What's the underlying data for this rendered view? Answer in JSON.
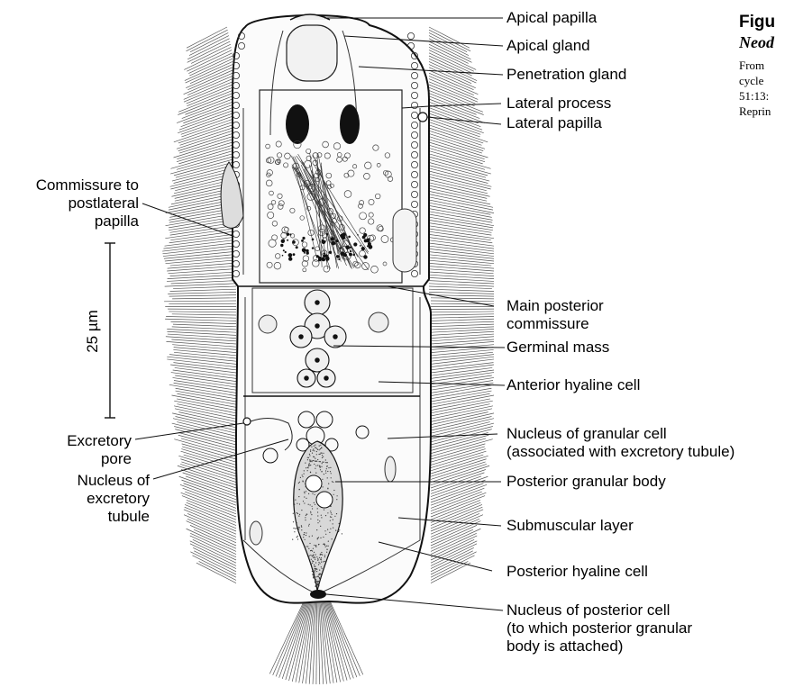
{
  "figure": {
    "title": "Figu",
    "subtitle": "Neod",
    "credit_lines": [
      "From",
      "cycle",
      "51:13:",
      "Reprin"
    ]
  },
  "labels": {
    "apical_papilla": "Apical papilla",
    "apical_gland": "Apical gland",
    "penetration_gland": "Penetration gland",
    "lateral_process": "Lateral process",
    "lateral_papilla": "Lateral papilla",
    "commissure_to_postlateral_papilla": [
      "Commissure to",
      "postlateral",
      "papilla"
    ],
    "main_posterior_commissure": [
      "Main posterior",
      "commissure"
    ],
    "germinal_mass": "Germinal mass",
    "anterior_hyaline_cell": "Anterior hyaline cell",
    "excretory_pore": [
      "Excretory",
      "pore"
    ],
    "nucleus_of_excretory_tubule": [
      "Nucleus of",
      "excretory",
      "tubule"
    ],
    "nucleus_of_granular_cell": [
      "Nucleus of granular cell",
      "(associated with excretory tubule)"
    ],
    "posterior_granular_body": "Posterior granular body",
    "submuscular_layer": "Submuscular layer",
    "posterior_hyaline_cell": "Posterior hyaline cell",
    "nucleus_of_posterior_cell": [
      "Nucleus of posterior cell",
      "(to which posterior granular",
      "body is attached)"
    ]
  },
  "scale_bar": {
    "label": "25 µm"
  }
}
